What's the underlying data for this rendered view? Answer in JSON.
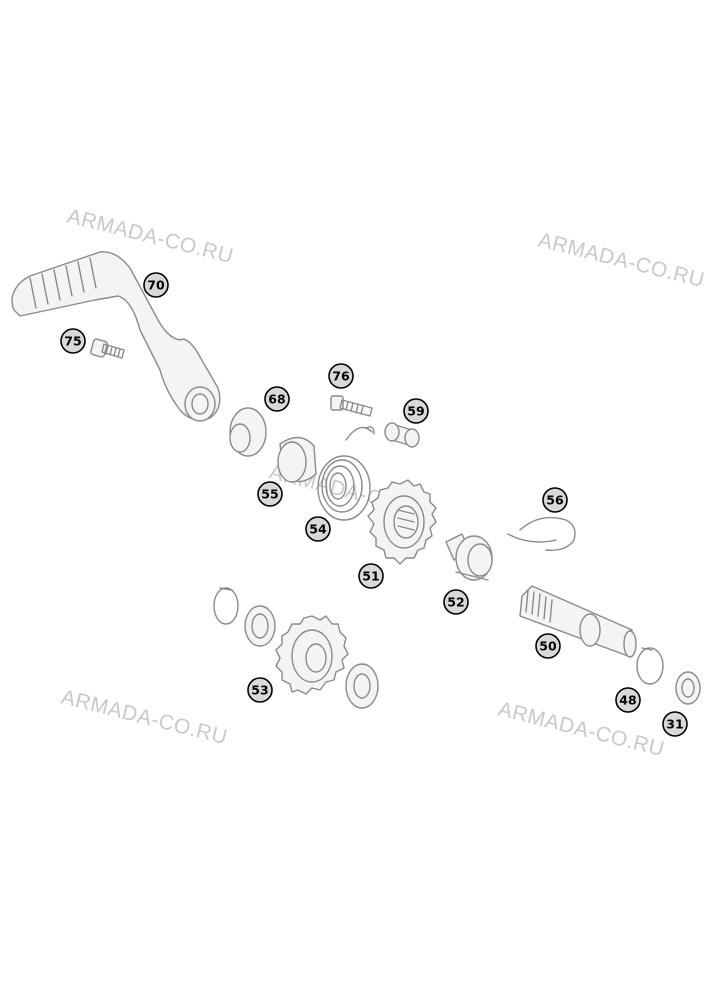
{
  "watermark": "ARMADA-CO.RU",
  "callouts": {
    "c70": "70",
    "c75": "75",
    "c68": "68",
    "c76": "76",
    "c59": "59",
    "c55": "55",
    "c54": "54",
    "c56": "56",
    "c51": "51",
    "c52": "52",
    "c50": "50",
    "c53": "53",
    "c48": "48",
    "c31": "31"
  }
}
